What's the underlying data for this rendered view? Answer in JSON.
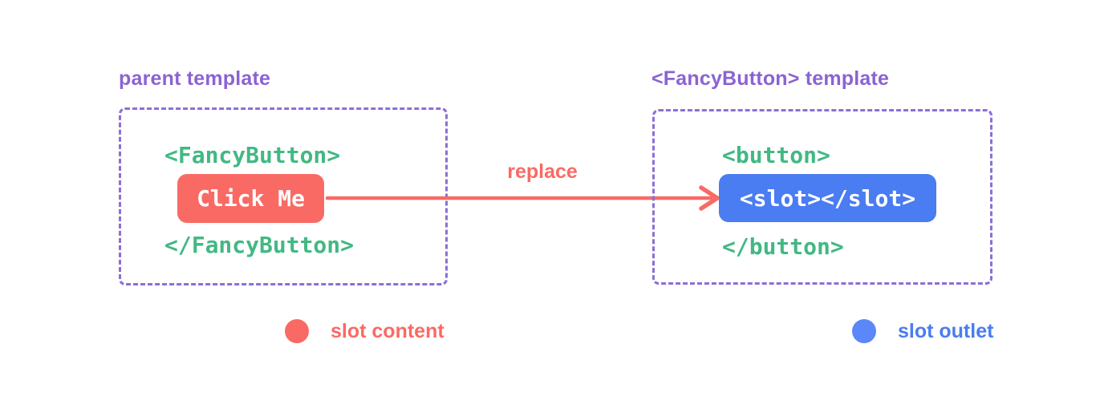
{
  "colors": {
    "purple_text": "#8a63d2",
    "purple_border": "#8b6fd6",
    "green_code": "#42b883",
    "red_accent": "#fa6a64",
    "blue_accent": "#4a7cf2",
    "blue_legend_dot": "#5b87f8",
    "chip_text": "#ffffff",
    "background": "#ffffff"
  },
  "parent_panel": {
    "title": "parent template",
    "code_open": "<FancyButton>",
    "button_label": "Click Me",
    "code_close": "</FancyButton>"
  },
  "arrow": {
    "label": "replace"
  },
  "fancybutton_panel": {
    "title": "<FancyButton> template",
    "code_open": "<button>",
    "slot_label": "<slot></slot>",
    "code_close": "</button>"
  },
  "legend": [
    {
      "label": "slot content",
      "color": "#fa6a64"
    },
    {
      "label": "slot outlet",
      "color": "#4a7cf2"
    }
  ]
}
